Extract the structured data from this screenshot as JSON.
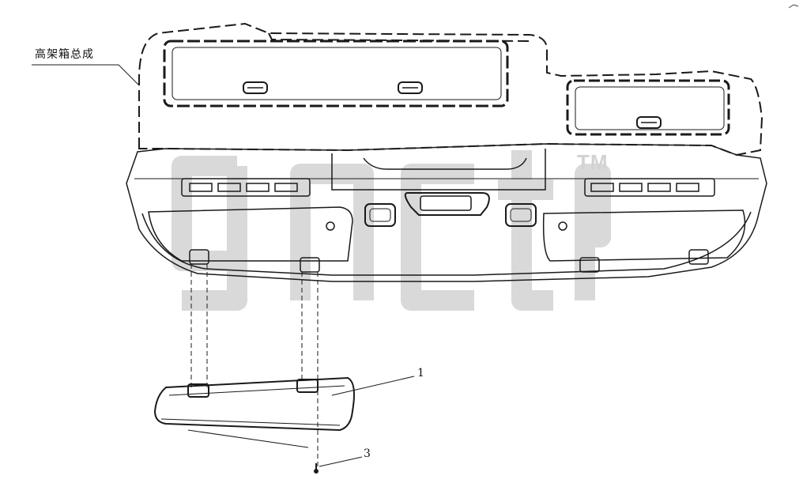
{
  "labels": {
    "assembly": "高架箱总成",
    "part_1": "1",
    "part_3": "3"
  },
  "watermark": {
    "text": "gnctp",
    "trademark": "TM",
    "color": "#d9d9d9"
  },
  "colors": {
    "line": "#1a1a1a",
    "background": "#ffffff"
  }
}
